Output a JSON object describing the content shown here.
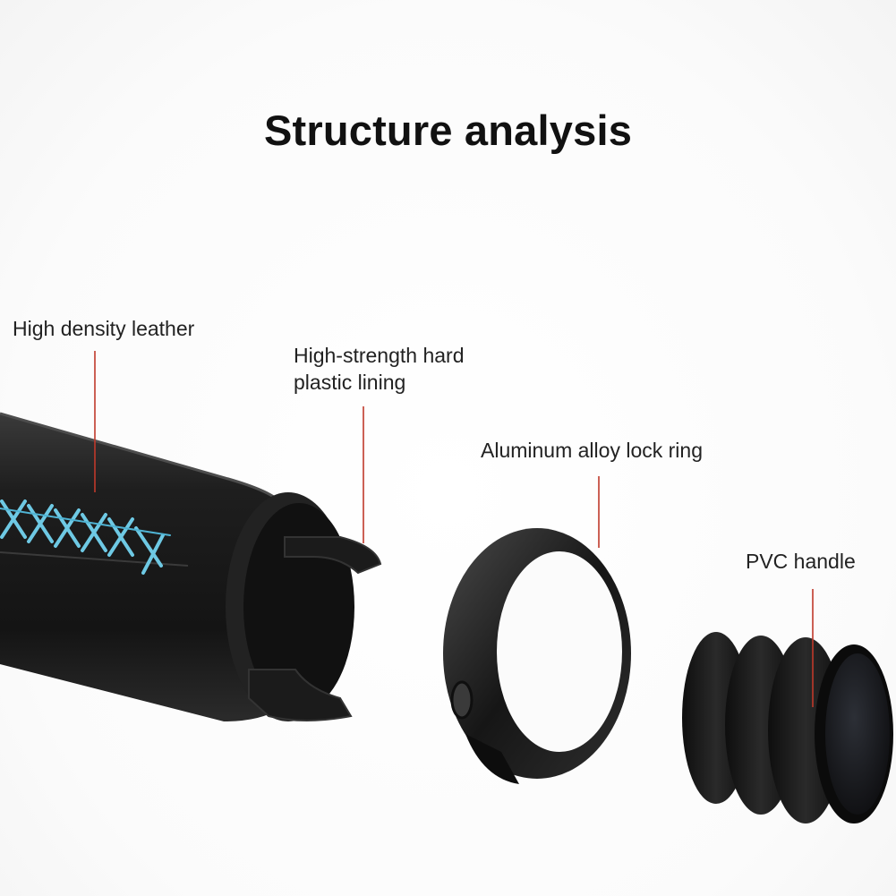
{
  "title": "Structure analysis",
  "labels": {
    "leather": "High density leather",
    "lining_line1": "High-strength hard",
    "lining_line2": "plastic lining",
    "lock_ring": "Aluminum alloy lock ring",
    "pvc": "PVC handle"
  },
  "colors": {
    "background": "#ffffff",
    "text": "#111111",
    "pointer": "#c0392b",
    "stitch": "#6ec9e4",
    "product": "#1a1a1a"
  }
}
